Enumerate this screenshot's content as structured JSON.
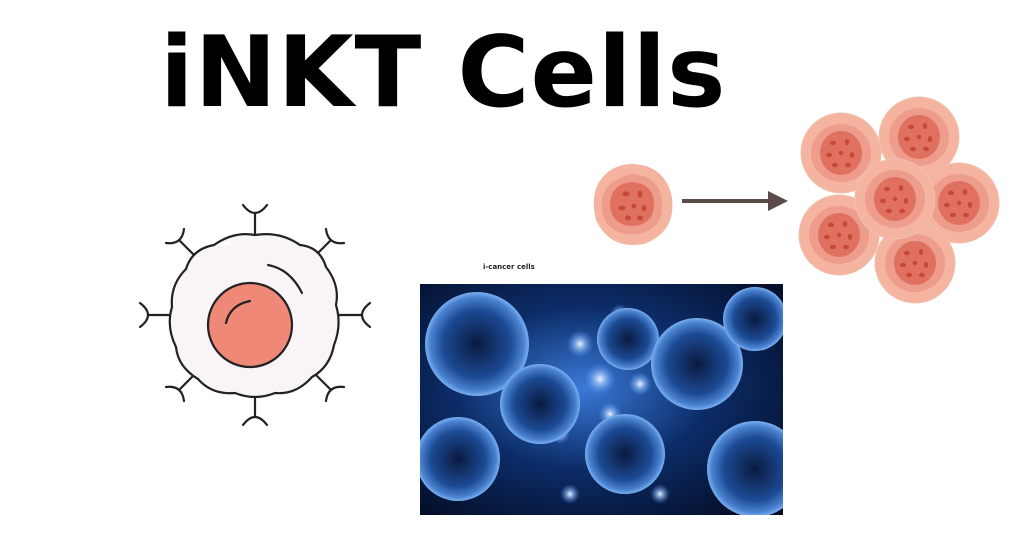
{
  "title": "iNKT Cells",
  "caption": "i-cancer cells",
  "colors": {
    "title_text": "#000000",
    "nucleus_fill": "#f08878",
    "cell_fill": "#f8f4f8",
    "outline": "#222222",
    "cancer_outer": "#f4b4a0",
    "cancer_mid": "#ee9c8c",
    "cancer_nucleus": "#e07060",
    "cancer_dots": "#c84838",
    "arrow": "#5a4a48",
    "photo_bg": "#061838",
    "photo_cell": "#2a60b0"
  },
  "illustrations": [
    {
      "name": "inkt-cell-icon",
      "description": "immune cell with receptors"
    },
    {
      "name": "single-cancer-cell-icon",
      "description": "single cancer cell"
    },
    {
      "name": "arrow-right-icon",
      "description": "proliferation arrow"
    },
    {
      "name": "cancer-cell-cluster-icon",
      "description": "cluster of dividing cancer cells"
    },
    {
      "name": "cancer-cells-photo",
      "description": "3D render of blue cancer cells"
    }
  ]
}
